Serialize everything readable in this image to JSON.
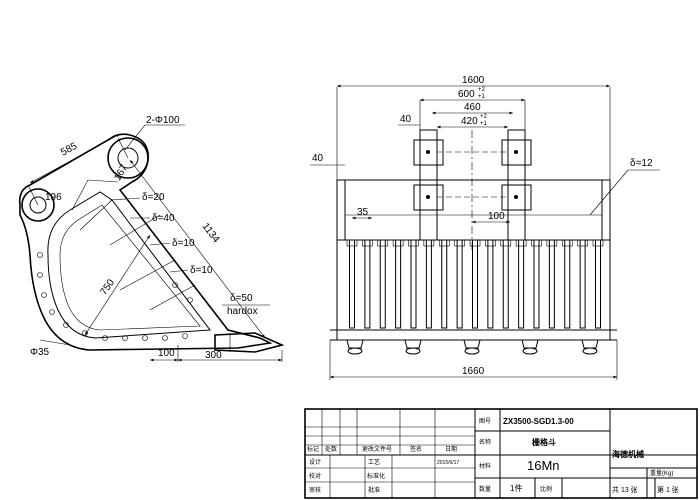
{
  "side_view": {
    "dims": {
      "d585": "585",
      "pin": "2-Φ100",
      "d196": "196",
      "d167": "167",
      "d20": "δ=20",
      "d40": "δ=40",
      "d10a": "δ=10",
      "d10b": "δ=10",
      "d1134": "1134",
      "d750": "750",
      "d50": "δ=50",
      "hardox": "hardox",
      "d35": "Φ35",
      "d100": "100",
      "d300": "300"
    }
  },
  "front_view": {
    "dims": {
      "d1600": "1600",
      "d600": "600",
      "d600_tol_up": "+2",
      "d600_tol_dn": "+1",
      "d460": "460",
      "d40a": "40",
      "d420": "420",
      "d420_tol_up": "+2",
      "d420_tol_dn": "+1",
      "d40b": "40",
      "d12": "δ=12",
      "d35": "35",
      "d100": "100",
      "d1660": "1660"
    }
  },
  "title_block": {
    "drawing_no_label": "图号",
    "drawing_no": "ZX3500-SGD1.3-00",
    "name_label": "名称",
    "name": "栅格斗",
    "material_label": "材料",
    "material": "16Mn",
    "qty_label": "数量",
    "qty": "1件",
    "scale_label": "比例",
    "company": "海德机械",
    "weight_label": "重量(Kg)",
    "sheets": "共 13 张",
    "sheet": "第 1 张",
    "rev_header": [
      "标记",
      "处数",
      "更改文件号",
      "签名",
      "日期"
    ],
    "design_label": "设计",
    "check_label": "校对",
    "review_label": "审核",
    "process_label": "工艺",
    "std_label": "标准化",
    "approve_label": "批准",
    "date": "2015/6/17"
  }
}
